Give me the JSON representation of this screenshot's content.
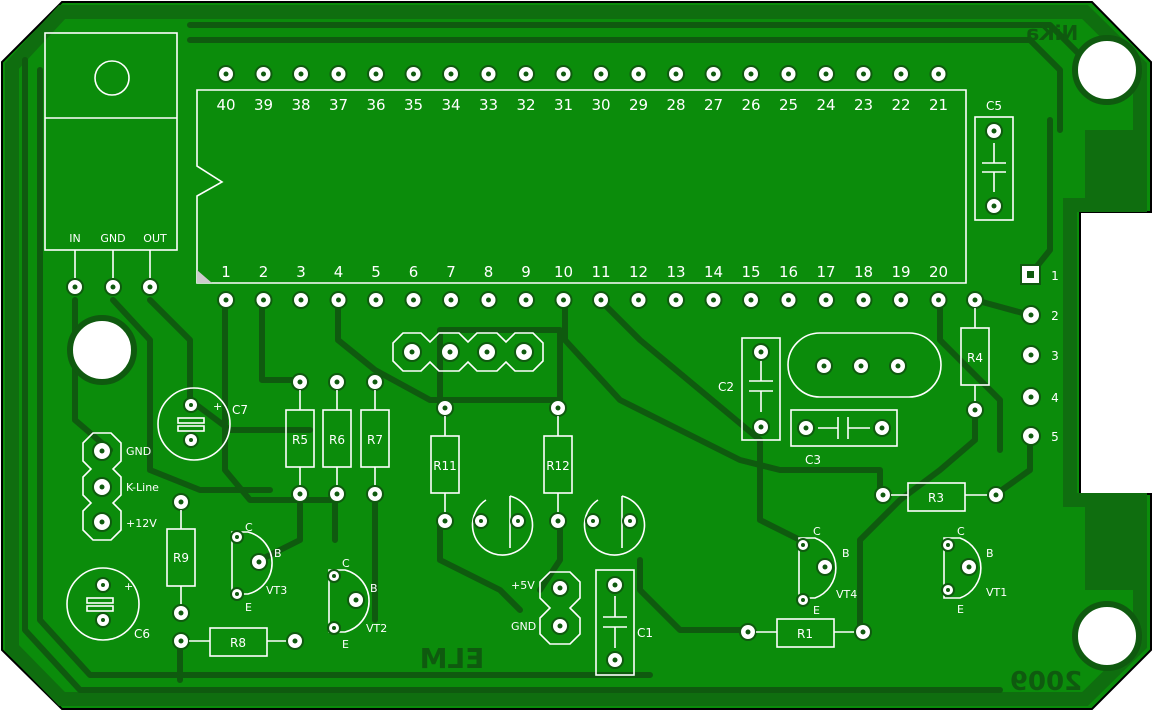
{
  "colors": {
    "board": "#0a8a0a",
    "copper_pour": "#0f6e0f",
    "trace_gap": "#0f5a0f",
    "silkscreen": "#ffffff"
  },
  "ic": {
    "top_pins": [
      "40",
      "39",
      "38",
      "37",
      "36",
      "35",
      "34",
      "33",
      "32",
      "31",
      "30",
      "29",
      "28",
      "27",
      "26",
      "25",
      "24",
      "23",
      "22",
      "21"
    ],
    "bottom_pins": [
      "1",
      "2",
      "3",
      "4",
      "5",
      "6",
      "7",
      "8",
      "9",
      "10",
      "11",
      "12",
      "13",
      "14",
      "15",
      "16",
      "17",
      "18",
      "19",
      "20"
    ]
  },
  "regulator": {
    "in": "IN",
    "gnd": "GND",
    "out": "OUT"
  },
  "connector_left": {
    "gnd": "GND",
    "kline": "K-Line",
    "v12": "+12V"
  },
  "connector_right": [
    "1",
    "2",
    "3",
    "4",
    "5"
  ],
  "power_header": {
    "v5": "+5V",
    "gnd": "GND"
  },
  "labels": {
    "r1": "R1",
    "r3": "R3",
    "r4": "R4",
    "r5": "R5",
    "r6": "R6",
    "r7": "R7",
    "r8": "R8",
    "r9": "R9",
    "r11": "R11",
    "r12": "R12",
    "c1": "C1",
    "c2": "C2",
    "c3": "C3",
    "c5": "C5",
    "c6": "C6",
    "c7": "C7",
    "vt1": "VT1",
    "vt2": "VT2",
    "vt3": "VT3",
    "vt4": "VT4",
    "b": "B",
    "c": "C",
    "e": "E"
  },
  "copper_text": {
    "elm": "ELM",
    "year": "2009",
    "author": "NiKa"
  },
  "markings": {
    "plus": "+"
  }
}
